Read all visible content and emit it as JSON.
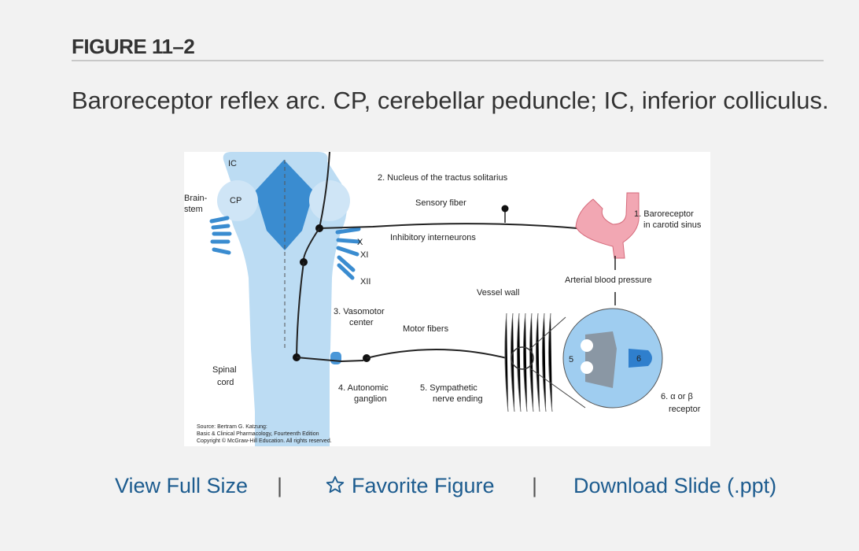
{
  "figure": {
    "label": "FIGURE 11–2",
    "caption": "Baroreceptor reflex arc. CP, cerebellar peduncle; IC, inferior colliculus."
  },
  "diagram": {
    "labels": {
      "ic": "IC",
      "cp": "CP",
      "brainstem_1": "Brain-",
      "brainstem_2": "stem",
      "x": "X",
      "xi": "XI",
      "xii": "XII",
      "nucleus": "2. Nucleus of the tractus solitarius",
      "sensory": "Sensory fiber",
      "inhibitory": "Inhibitory interneurons",
      "baroreceptor_1": "1. Baroreceptor",
      "baroreceptor_2": "in carotid sinus",
      "arterial": "Arterial blood pressure",
      "vessel_wall": "Vessel wall",
      "vasomotor_1": "3. Vasomotor",
      "vasomotor_2": "center",
      "motor": "Motor fibers",
      "spinal_1": "Spinal",
      "spinal_2": "cord",
      "autonomic_1": "4. Autonomic",
      "autonomic_2": "ganglion",
      "sympathetic_1": "5. Sympathetic",
      "sympathetic_2": "nerve ending",
      "receptor_1": "6. α or β",
      "receptor_2": "receptor",
      "five": "5",
      "six": "6"
    },
    "source": [
      "Source: Bertram G. Katzung:",
      "Basic & Clinical Pharmacology, Fourteenth Edition",
      "Copyright © McGraw-Hill Education. All rights reserved."
    ]
  },
  "actions": {
    "view_full_size": "View Full Size",
    "favorite": "Favorite Figure",
    "download": "Download Slide (.ppt)",
    "separator": "|"
  },
  "icons": {
    "favorite": "star-outline-icon"
  }
}
